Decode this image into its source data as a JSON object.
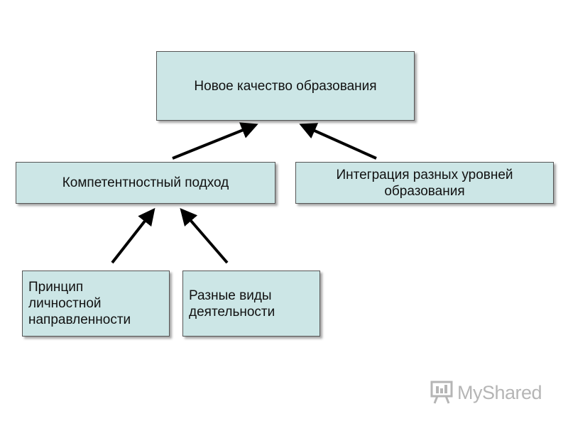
{
  "diagram": {
    "nodes": {
      "top": "Новое качество образования",
      "mid_left": "Компетентностный подход",
      "mid_right": "Интеграция разных уровней\nобразования",
      "bottom_left": "Принцип\nличностной\nнаправленности",
      "bottom_right": "Разные виды\nдеятельности"
    },
    "colors": {
      "box_fill": "#cce6e6",
      "box_border": "#555555",
      "arrow": "#000000"
    }
  },
  "watermark": {
    "text": "MyShared",
    "icon": "presentation-board-icon"
  }
}
